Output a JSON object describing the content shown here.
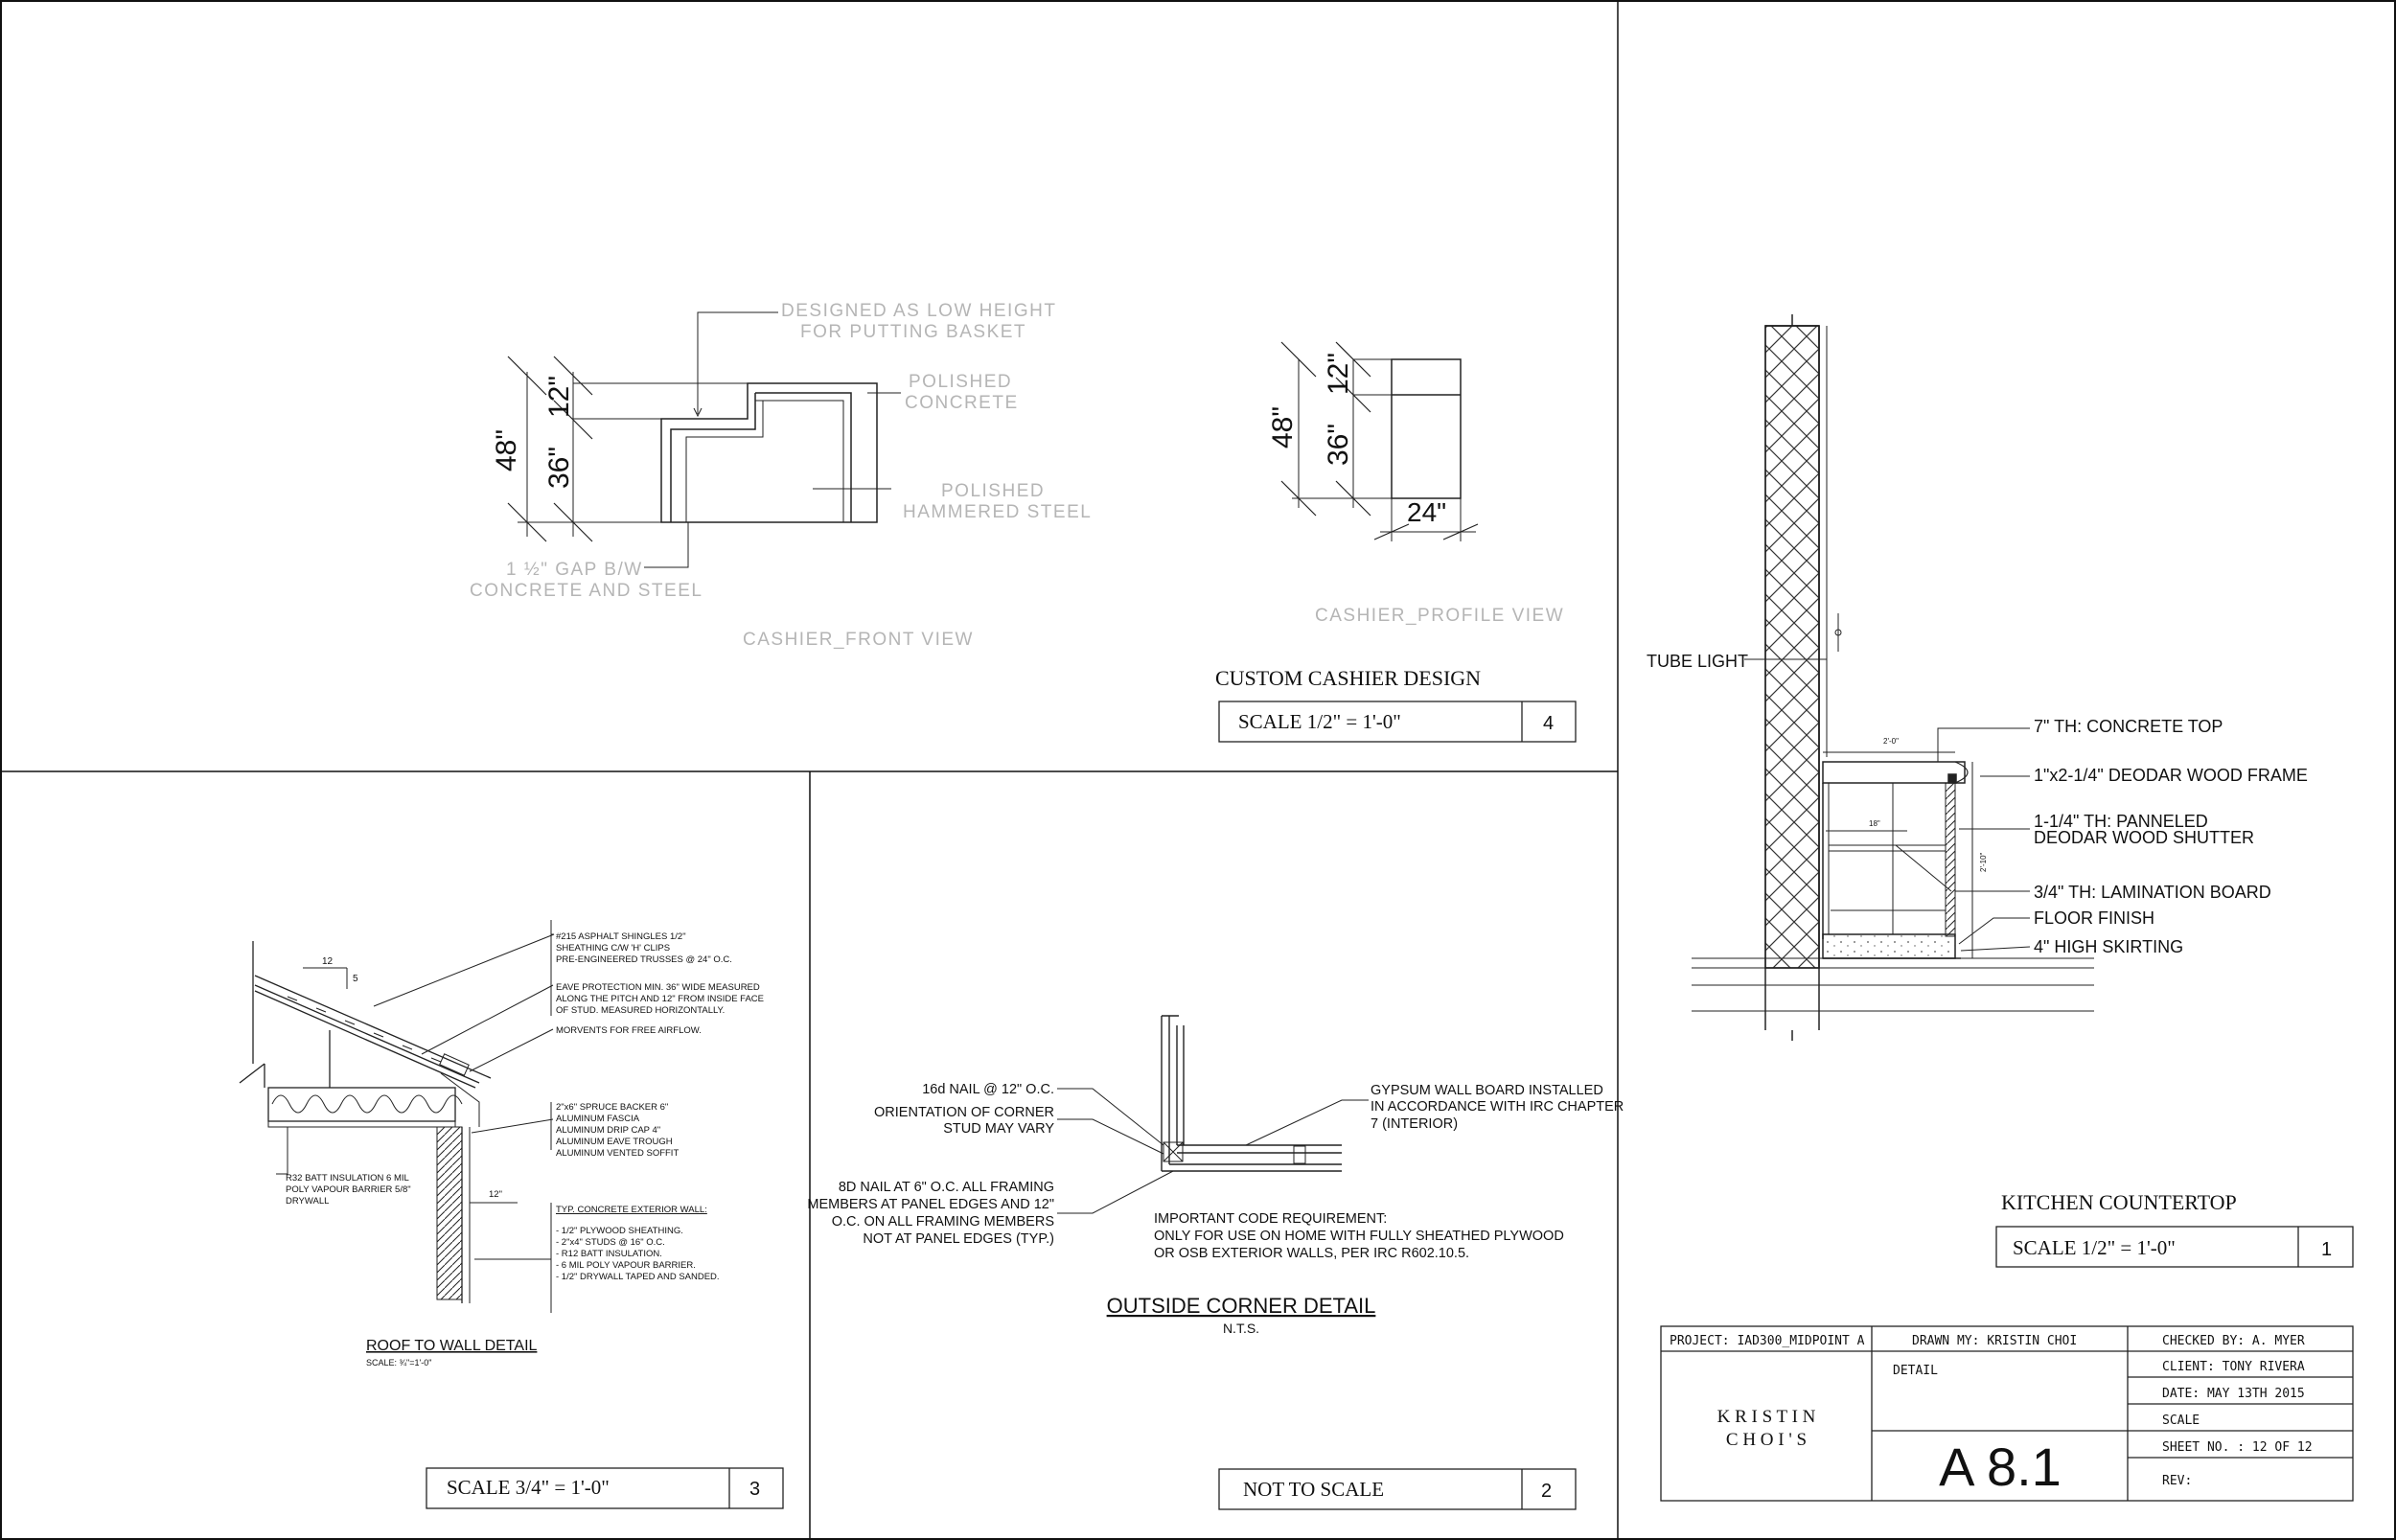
{
  "cashier": {
    "note_lines": [
      "DESIGNED AS LOW HEIGHT",
      "FOR PUTTING BASKET"
    ],
    "polished_concrete": [
      "POLISHED",
      "CONCRETE"
    ],
    "hammered_steel": [
      "POLISHED",
      "HAMMERED STEEL"
    ],
    "gap_lines": [
      "1 ½\" GAP B/W",
      "CONCRETE AND STEEL"
    ],
    "dim_48": "48\"",
    "dim_12": "12\"",
    "dim_36": "36\"",
    "dim_24": "24\"",
    "front_view": "CASHIER_FRONT VIEW",
    "profile_view": "CASHIER_PROFILE VIEW",
    "title": "CUSTOM CASHIER DESIGN",
    "scale": "SCALE 1/2\" = 1'-0\"",
    "number": "4"
  },
  "roof": {
    "slope_run": "12",
    "slope_rise": "5",
    "note1": [
      "#215 ASPHALT SHINGLES 1/2\"",
      "SHEATHING C/W 'H' CLIPS",
      "PRE-ENGINEERED TRUSSES @ 24\" O.C."
    ],
    "note2": [
      "EAVE PROTECTION MIN. 36\" WIDE MEASURED",
      "ALONG THE PITCH AND 12\" FROM INSIDE FACE",
      "OF STUD. MEASURED HORIZONTALLY."
    ],
    "note3": [
      "MORVENTS FOR FREE AIRFLOW."
    ],
    "note4": [
      "2\"x6\" SPRUCE BACKER 6\"",
      "ALUMINUM FASCIA",
      "ALUMINUM DRIP CAP 4\"",
      "ALUMINUM EAVE TROUGH",
      "ALUMINUM VENTED SOFFIT"
    ],
    "note5": [
      "R32 BATT INSULATION 6 MIL",
      "POLY VAPOUR BARRIER 5/8\"",
      "DRYWALL"
    ],
    "dim_12": "12\"",
    "wall_title": "TYP. CONCRETE EXTERIOR WALL:",
    "wall_items": [
      "- 1/2\" PLYWOOD SHEATHING.",
      "- 2\"x4\" STUDS @ 16\" O.C.",
      "- R12 BATT INSULATION.",
      "- 6 MIL POLY VAPOUR BARRIER.",
      "- 1/2\" DRYWALL TAPED AND SANDED."
    ],
    "title": "ROOF TO WALL DETAIL",
    "subscale": "SCALE: ¾\"=1'-0\"",
    "scale": "SCALE 3/4\" = 1'-0\"",
    "number": "3"
  },
  "corner": {
    "note_nail16": "16d NAIL @ 12\" O.C.",
    "note_orient": [
      "ORIENTATION OF CORNER",
      "STUD MAY VARY"
    ],
    "note_8d": [
      "8D NAIL AT 6\" O.C. ALL FRAMING",
      "MEMBERS AT PANEL EDGES AND 12\"",
      "O.C. ON ALL FRAMING MEMBERS",
      "NOT AT PANEL EDGES (TYP.)"
    ],
    "note_gyp": [
      "GYPSUM WALL BOARD INSTALLED",
      "IN ACCORDANCE WITH IRC CHAPTER",
      "7 (INTERIOR)"
    ],
    "code": [
      "IMPORTANT CODE REQUIREMENT:",
      "ONLY FOR USE ON HOME WITH FULLY SHEATHED PLYWOOD",
      "OR OSB EXTERIOR WALLS, PER IRC R602.10.5."
    ],
    "title": "OUTSIDE CORNER DETAIL",
    "nts": "N.T.S.",
    "scale": "NOT TO SCALE",
    "number": "2"
  },
  "kitchen": {
    "tube_light": "TUBE LIGHT",
    "labels": [
      "7\" TH: CONCRETE TOP",
      "1\"x2-1/4\" DEODAR WOOD FRAME",
      "1-1/4\" TH: PANNELED",
      "DEODAR WOOD SHUTTER",
      "3/4\" TH: LAMINATION BOARD",
      "FLOOR FINISH",
      "4\" HIGH SKIRTING"
    ],
    "dim_20": "2'-0\"",
    "dim_18": "18\"",
    "dim_210": "2'-10\"",
    "title": "KITCHEN COUNTERTOP",
    "scale": "SCALE 1/2\" = 1'-0\"",
    "number": "1"
  },
  "titleblock": {
    "project": "PROJECT: IAD300_MIDPOINT A",
    "drawn": "DRAWN MY: KRISTIN CHOI",
    "checked": "CHECKED BY: A. MYER",
    "client": "CLIENT:  TONY RIVERA",
    "date": "DATE:     MAY 13TH 2015",
    "scale": "SCALE",
    "sheet": "SHEET NO. : 12 OF 12",
    "rev": "REV:",
    "detail": "DETAIL",
    "firm1": "K R I S T I N",
    "firm2": "C H O I ' S",
    "sheet_id": "A 8.1"
  }
}
